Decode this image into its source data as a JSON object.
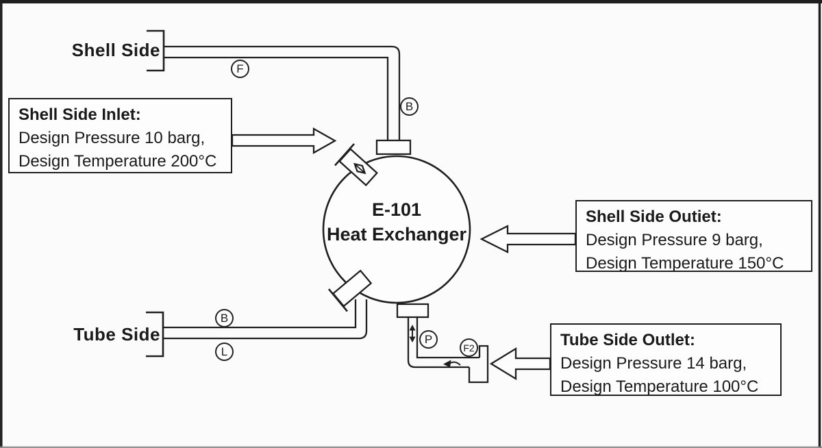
{
  "diagram": {
    "background": "#fbfbfb",
    "ink_color": "#1f1f1f"
  },
  "stream_labels": {
    "shell_side": "Shell Side",
    "tube_side": "Tube Side"
  },
  "exchanger": {
    "tag": "E-101",
    "name": "Heat Exchanger"
  },
  "instruments": [
    {
      "label": "F"
    },
    {
      "label": "B"
    },
    {
      "label": "B"
    },
    {
      "label": "L"
    },
    {
      "label": "P"
    },
    {
      "label": "F2"
    }
  ],
  "info_boxes": {
    "shell_inlet": {
      "title": "Shell Side Inlet:",
      "line1": "Design Pressure 10 barg,",
      "line2": "Design Temperature 200°C"
    },
    "shell_outlet": {
      "title": "Shell Side Outiet:",
      "line1": "Design Pressure 9 barg,",
      "line2": "Design Temperature 150°C"
    },
    "tube_outlet": {
      "title": "Tube Side Outlet:",
      "line1": "Design Pressure 14 barg,",
      "line2": "Design Temperature 100°C"
    }
  }
}
